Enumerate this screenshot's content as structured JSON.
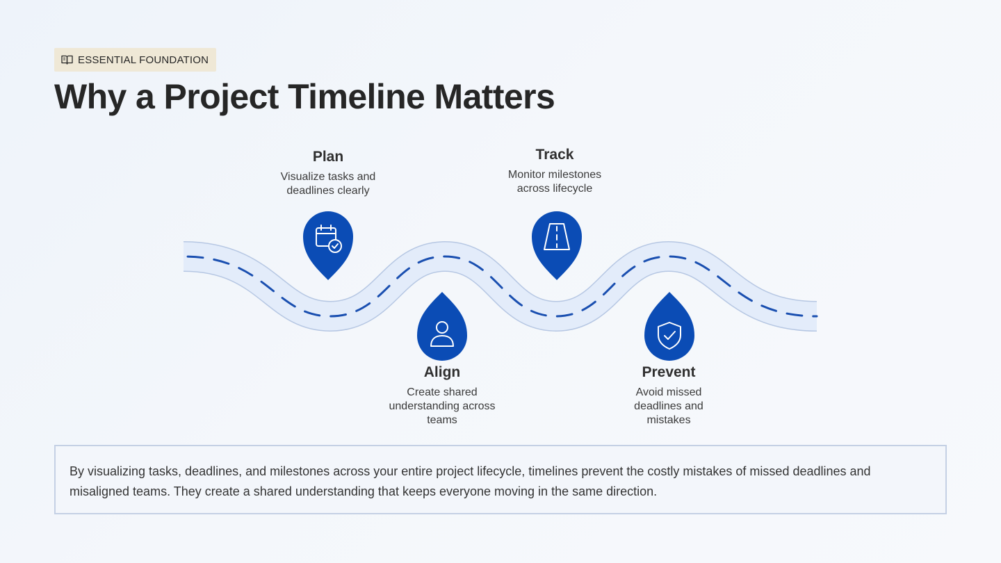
{
  "badge": {
    "label": "ESSENTIAL FOUNDATION",
    "icon": "open-book-icon"
  },
  "title": "Why a Project Timeline Matters",
  "stages": [
    {
      "title": "Plan",
      "description": "Visualize tasks and deadlines clearly",
      "icon": "calendar-check-icon"
    },
    {
      "title": "Track",
      "description": "Monitor milestones across lifecycle",
      "icon": "road-icon"
    },
    {
      "title": "Align",
      "description": "Create shared understanding across teams",
      "icon": "user-icon"
    },
    {
      "title": "Prevent",
      "description": "Avoid missed deadlines and mistakes",
      "icon": "shield-check-icon"
    }
  ],
  "summary": "By visualizing tasks, deadlines, and milestones across your entire project lifecycle, timelines prevent the costly mistakes of missed deadlines and misaligned teams. They create a shared understanding that keeps everyone moving in the same direction.",
  "colors": {
    "accent": "#0b4cb5",
    "road": "#e3ecfa",
    "road_edge": "#b6c7e3",
    "badge_bg": "#efe8d6"
  }
}
